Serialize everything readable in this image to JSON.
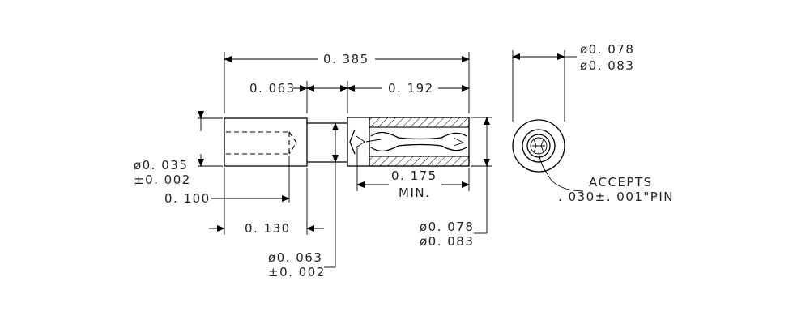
{
  "dimensions": {
    "overall_length": "0. 385",
    "head_length": "0. 063",
    "socket_length": "0. 192",
    "pin_diameter": "ø0. 035",
    "pin_diameter_tol": "±0. 002",
    "pin_offset": "0. 100",
    "pin_length": "0. 130",
    "neck_diameter": "ø0. 063",
    "neck_diameter_tol": "±0. 002",
    "socket_depth": "0. 175",
    "socket_depth_note": "MIN.",
    "body_diameter_a": "ø0. 078",
    "body_diameter_b": "ø0. 083",
    "end_view_diameter_a": "ø0. 078",
    "end_view_diameter_b": "ø0. 083"
  },
  "notes": {
    "accepts_label": "ACCEPTS",
    "accepts_pin": ". 030±. 001\"PIN"
  }
}
